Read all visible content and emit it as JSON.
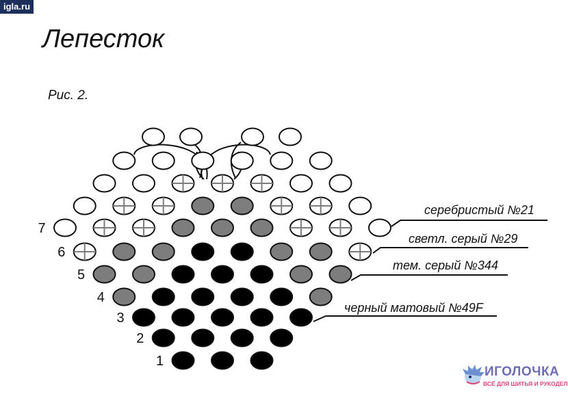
{
  "site": {
    "label": "igla.ru"
  },
  "title": "Лепесток",
  "figure_caption": "Рис. 2.",
  "colors": {
    "silver": "#ffffff",
    "light_gray": "#ffffff",
    "medium_gray": "#7d7d7d",
    "black": "#000000",
    "outline": "#111111"
  },
  "rows": [
    {
      "number": "1",
      "beads": [
        "black",
        "black",
        "black"
      ]
    },
    {
      "number": "2",
      "beads": [
        "black",
        "black",
        "black",
        "black"
      ]
    },
    {
      "number": "3",
      "beads": [
        "black",
        "black",
        "black",
        "black",
        "black"
      ]
    },
    {
      "number": "4",
      "beads": [
        "gray",
        "black",
        "black",
        "black",
        "black",
        "gray"
      ]
    },
    {
      "number": "5",
      "beads": [
        "gray",
        "gray",
        "black",
        "black",
        "black",
        "gray",
        "gray"
      ]
    },
    {
      "number": "6",
      "beads": [
        "cross",
        "gray",
        "gray",
        "black",
        "black",
        "gray",
        "gray",
        "cross"
      ]
    },
    {
      "number": "7",
      "beads": [
        "white",
        "cross",
        "cross",
        "gray",
        "gray",
        "gray",
        "cross",
        "cross",
        "white"
      ]
    },
    {
      "number": "",
      "beads": [
        "white",
        "cross",
        "cross",
        "gray",
        "gray",
        "cross",
        "cross",
        "white"
      ]
    },
    {
      "number": "",
      "beads": [
        "white",
        "white",
        "cross",
        "cross",
        "cross",
        "white",
        "white"
      ]
    },
    {
      "number": "",
      "beads": [
        "white",
        "white",
        "white",
        "white",
        "white",
        "white"
      ]
    },
    {
      "number": "",
      "beads": [
        "white",
        "white",
        "white",
        "white"
      ]
    }
  ],
  "legend": [
    {
      "label": "серебристый №21"
    },
    {
      "label": "светл. серый №29"
    },
    {
      "label": "тем. серый №344"
    },
    {
      "label": "черный матовый №49F"
    }
  ],
  "logo": {
    "name": "ИГОЛОЧКА",
    "tagline": "ВСЁ ДЛЯ ШИТЬЯ И РУКОДЕЛИЯ"
  }
}
